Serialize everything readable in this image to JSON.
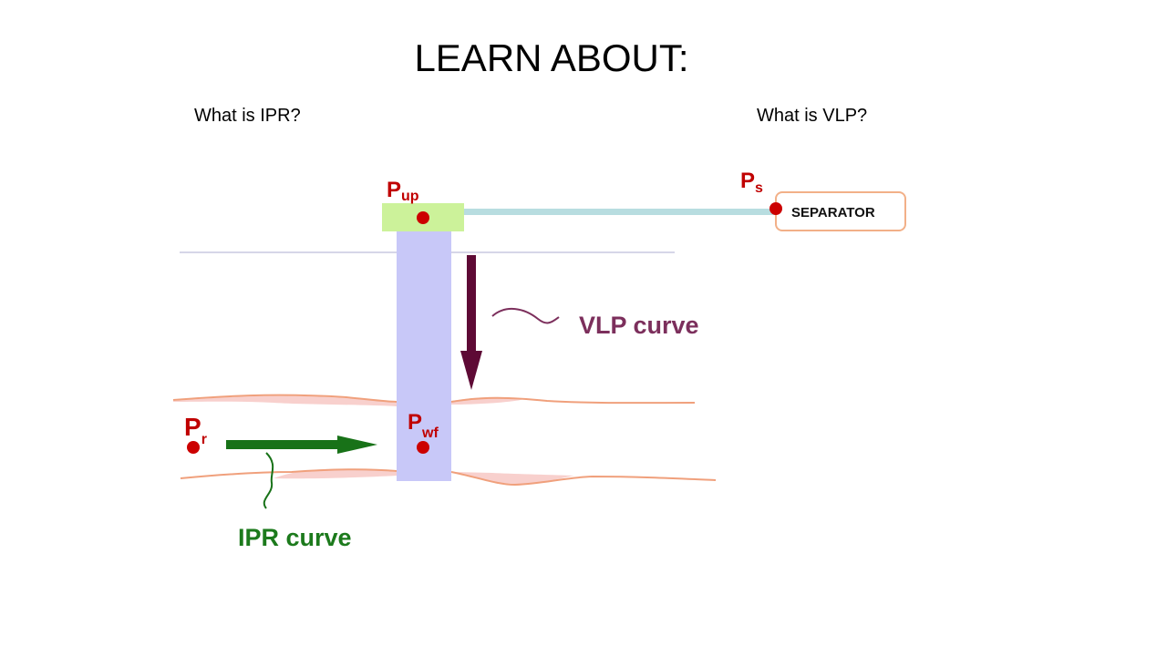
{
  "slide": {
    "title": "LEARN ABOUT:",
    "question_ipr": "What is IPR?",
    "question_vlp": "What is VLP?"
  },
  "diagram": {
    "pup": {
      "main": "P",
      "sub": "up"
    },
    "ps": {
      "main": "P",
      "sub": "s"
    },
    "pwf": {
      "main": "P",
      "sub": "wf"
    },
    "pr": {
      "main": "P",
      "sub": "r"
    },
    "separator_label": "SEPARATOR",
    "vlp_label": "VLP curve",
    "ipr_label": "IPR curve"
  },
  "colors": {
    "label_red": "#c00000",
    "point_red": "#cc0000",
    "wellbore": "#c8c8f8",
    "wellhead": "#ccf29a",
    "flowline": "#b8dde0",
    "vlp_arrow": "#5e0a35",
    "vlp_text": "#7c2f5c",
    "ipr_arrow": "#187218",
    "ipr_text": "#1c7a1c",
    "reservoir_line": "#f0a07c",
    "reservoir_fill": "#f6c4c0",
    "surface_line": "#c8c8e0",
    "separator_border": "#f2b088"
  }
}
